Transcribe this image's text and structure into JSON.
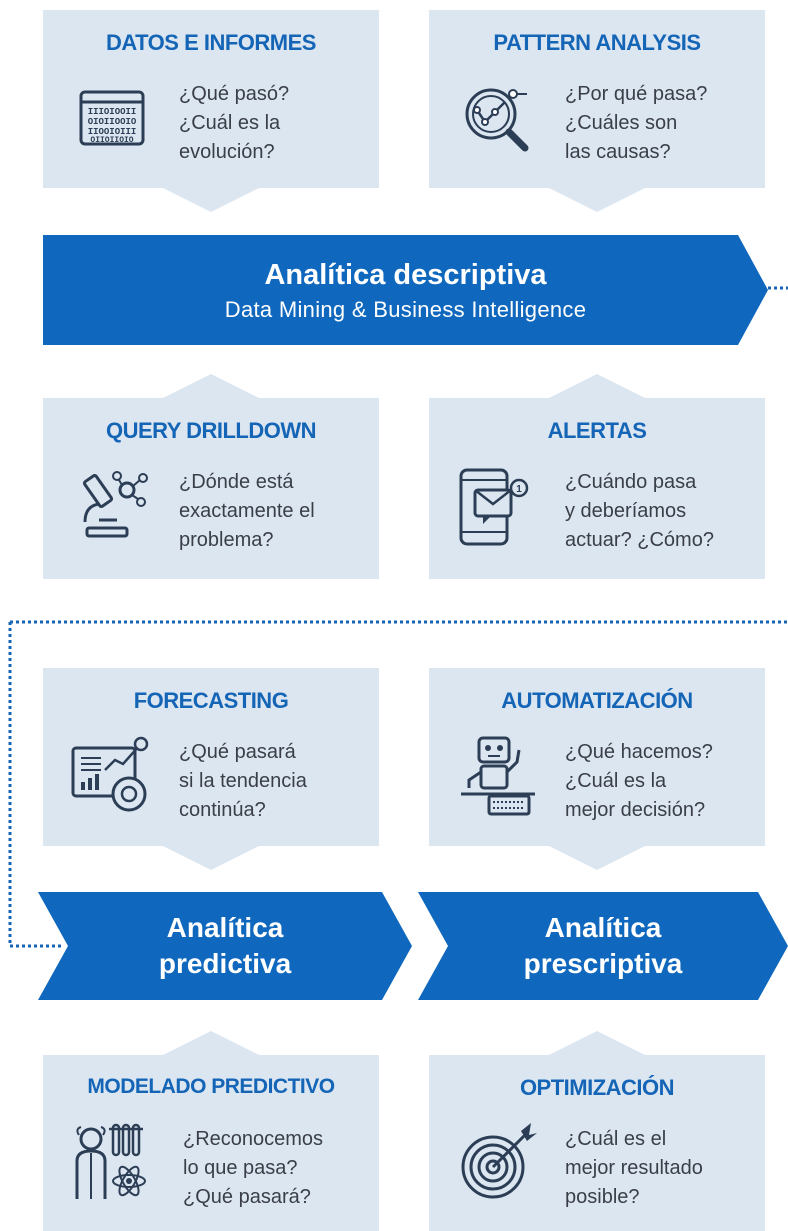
{
  "colors": {
    "accent": "#1565b7",
    "card_bg": "#dce6f1",
    "text": "#3a3f47",
    "banner": "#0f68bd"
  },
  "cards": {
    "datos": {
      "title": "DATOS E INFORMES",
      "icon": "binary-data-icon",
      "lines": [
        "¿Qué pasó?",
        "¿Cuál es la",
        "evolución?"
      ]
    },
    "pattern": {
      "title": "PATTERN ANALYSIS",
      "icon": "magnifier-chart-icon",
      "lines": [
        "¿Por qué pasa?",
        "¿Cuáles son",
        "las causas?"
      ]
    },
    "query": {
      "title": "QUERY DRILLDOWN",
      "icon": "microscope-icon",
      "lines": [
        "¿Dónde está",
        "exactamente el",
        "problema?"
      ]
    },
    "alertas": {
      "title": "ALERTAS",
      "icon": "phone-notification-icon",
      "lines": [
        "¿Cuándo pasa",
        "y deberíamos",
        "actuar? ¿Cómo?"
      ]
    },
    "forecasting": {
      "title": "FORECASTING",
      "icon": "dashboard-chart-icon",
      "lines": [
        "¿Qué pasará",
        "si la tendencia",
        "continúa?"
      ]
    },
    "automatizacion": {
      "title": "AUTOMATIZACIÓN",
      "icon": "robot-icon",
      "lines": [
        "¿Qué hacemos?",
        "¿Cuál es la",
        "mejor decisión?"
      ]
    },
    "modelado": {
      "title": "MODELADO PREDICTIVO",
      "icon": "scientist-icon",
      "lines": [
        "¿Reconocemos",
        "lo que pasa?",
        "¿Qué pasará?"
      ]
    },
    "optimizacion": {
      "title": "OPTIMIZACIÓN",
      "icon": "target-icon",
      "lines": [
        "¿Cuál es el",
        "mejor resultado",
        "posible?"
      ]
    }
  },
  "banners": {
    "descriptiva": {
      "title": "Analítica descriptiva",
      "subtitle": "Data Mining & Business Intelligence"
    },
    "predictiva": {
      "line1": "Analítica",
      "line2": "predictiva"
    },
    "prescriptiva": {
      "line1": "Analítica",
      "line2": "prescriptiva"
    }
  }
}
